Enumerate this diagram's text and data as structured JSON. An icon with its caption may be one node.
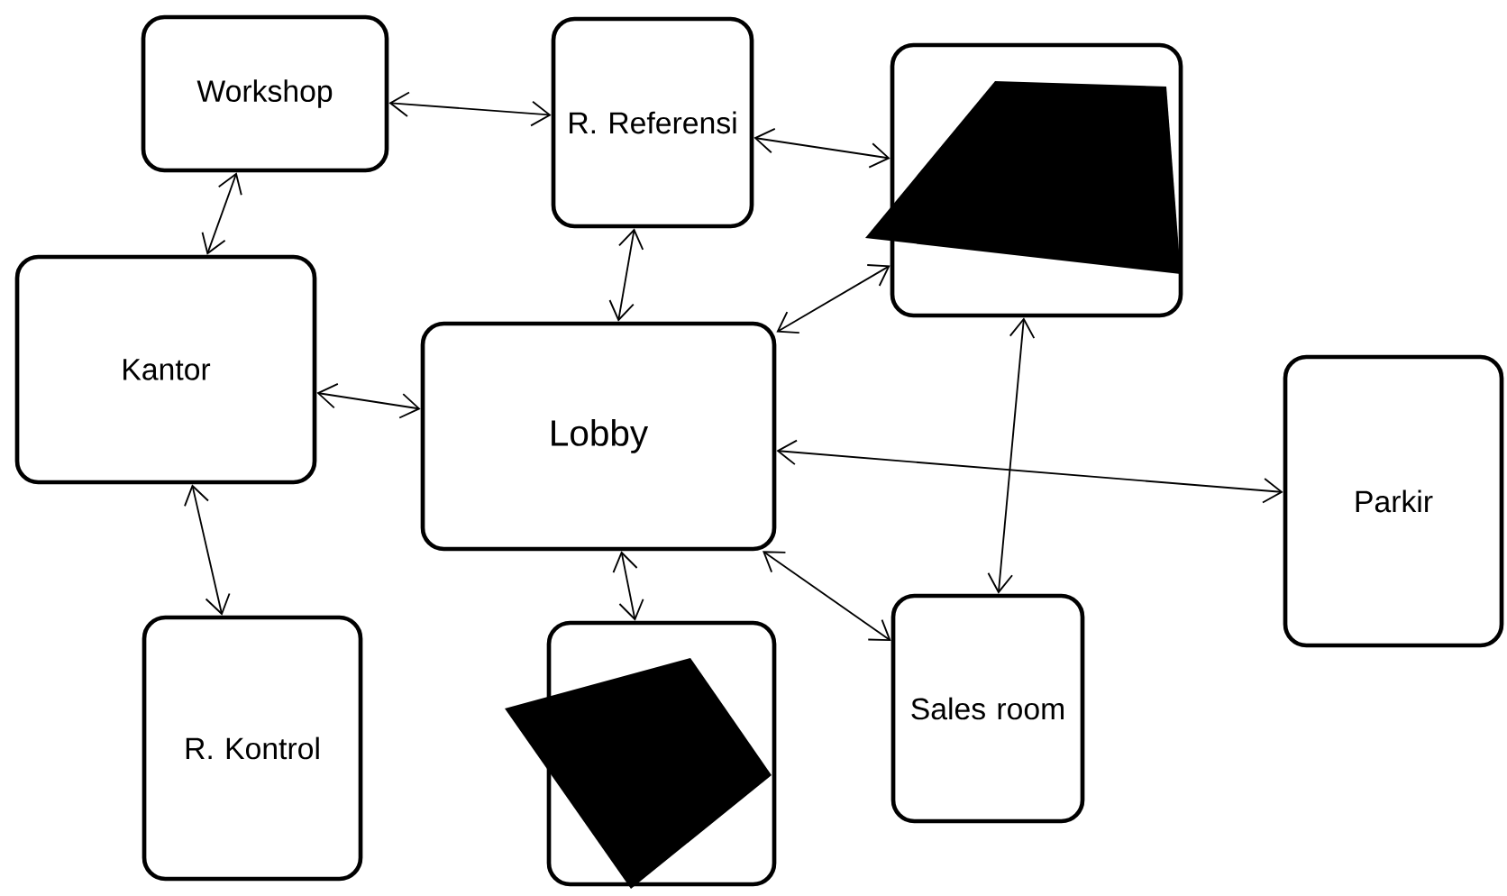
{
  "diagram": {
    "nodes": [
      {
        "text": [
          "Workshop"
        ]
      },
      {
        "text": [
          "R. Referensi"
        ]
      },
      {
        "text": [],
        "shape": "box"
      },
      {
        "text": [
          "Kantor"
        ]
      },
      {
        "text": [
          "Lobby"
        ]
      },
      {
        "text": [
          "Parkir"
        ]
      },
      {
        "text": [
          "R. Kontrol"
        ]
      },
      {
        "text": [],
        "shape": "box"
      },
      {
        "text": [
          "Sales room"
        ]
      }
    ],
    "edges": [
      {
        "from": 0,
        "to": 1,
        "arrow": "both"
      },
      {
        "from": 0,
        "to": 3,
        "arrow": "both"
      },
      {
        "from": 1,
        "to": 2,
        "arrow": "both"
      },
      {
        "from": 4,
        "to": 1,
        "arrow": "both"
      },
      {
        "from": 3,
        "to": 4,
        "arrow": "both"
      },
      {
        "from": 4,
        "to": 2,
        "arrow": "both"
      },
      {
        "from": 4,
        "to": 5,
        "arrow": "both"
      },
      {
        "from": 3,
        "to": 6,
        "arrow": "both"
      },
      {
        "from": 4,
        "to": 7,
        "arrow": "both"
      },
      {
        "from": 4,
        "to": 8,
        "arrow": "both"
      },
      {
        "from": 2,
        "to": 8,
        "arrow": "both"
      }
    ]
  }
}
